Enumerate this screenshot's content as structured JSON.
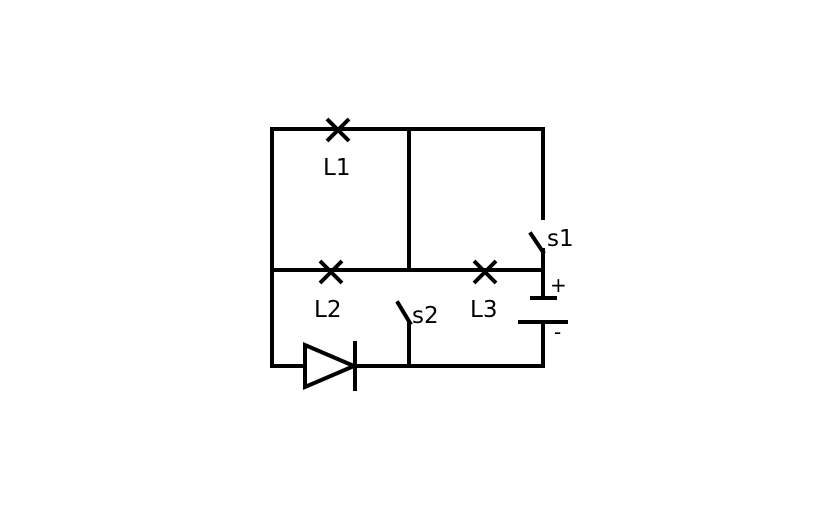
{
  "labels": {
    "lamp_1": "L1",
    "lamp_2": "L2",
    "lamp_3": "L3",
    "switch_1": "s1",
    "switch_2": "s2",
    "battery_positive": "+",
    "battery_negative": "-"
  },
  "colors": {
    "stroke": "#000000",
    "background": "#ffffff"
  }
}
